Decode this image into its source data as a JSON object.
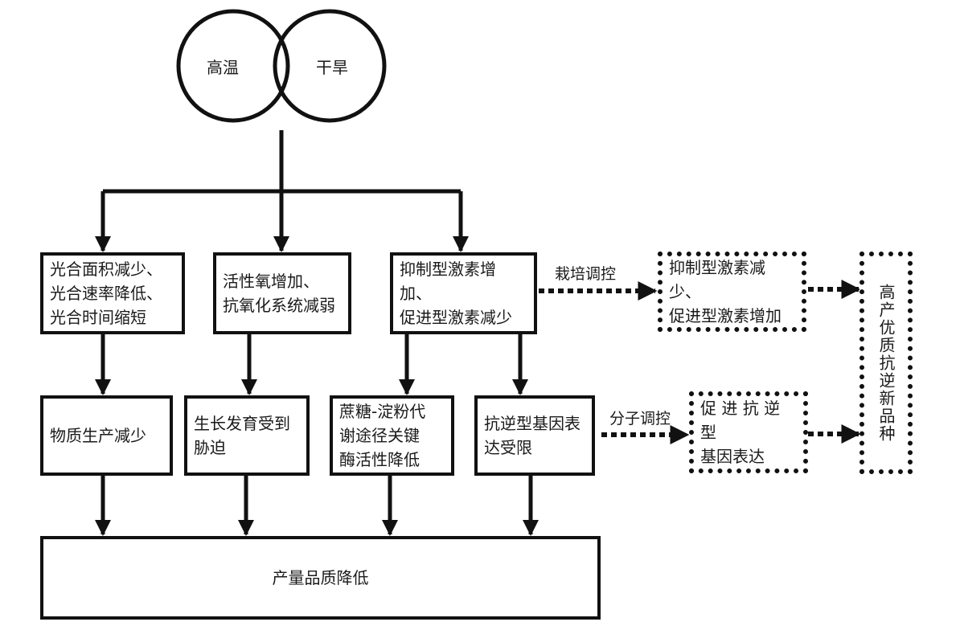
{
  "diagram": {
    "causes": [
      {
        "id": "heat",
        "label": "高温"
      },
      {
        "id": "drought",
        "label": "干旱"
      }
    ],
    "level1": [
      {
        "id": "photo",
        "text": "光合面积减少、\n光合速率降低、\n光合时间缩短"
      },
      {
        "id": "ros",
        "text": "活性氧增加、\n抗氧化系统减弱"
      },
      {
        "id": "hormone",
        "text": "抑制型激素增加、\n促进型激素减少"
      }
    ],
    "level2": [
      {
        "id": "matter",
        "text": "物质生产减少"
      },
      {
        "id": "growth",
        "text": "生长发育受到\n胁迫"
      },
      {
        "id": "sucrose",
        "text": "蔗糖-淀粉代\n谢途径关键\n酶活性降低"
      },
      {
        "id": "gene",
        "text": "抗逆型基因表\n达受限"
      }
    ],
    "outcome": {
      "id": "yield",
      "text": "产量品质降低"
    },
    "regulation": {
      "cultivation_label": "栽培调控",
      "molecular_label": "分子调控",
      "hormone_fix": "抑制型激素减少、\n促进型激素增加",
      "gene_fix": "促 进 抗 逆 型\n基因表达",
      "goal": "高产优质抗逆新品种"
    },
    "edges": [
      {
        "from": "heat+drought",
        "to": "photo",
        "style": "solid"
      },
      {
        "from": "heat+drought",
        "to": "ros",
        "style": "solid"
      },
      {
        "from": "heat+drought",
        "to": "hormone",
        "style": "solid"
      },
      {
        "from": "photo",
        "to": "matter",
        "style": "solid"
      },
      {
        "from": "ros",
        "to": "growth",
        "style": "solid"
      },
      {
        "from": "hormone",
        "to": "sucrose",
        "style": "solid"
      },
      {
        "from": "hormone",
        "to": "gene",
        "style": "solid"
      },
      {
        "from": "matter",
        "to": "yield",
        "style": "solid"
      },
      {
        "from": "growth",
        "to": "yield",
        "style": "solid"
      },
      {
        "from": "sucrose",
        "to": "yield",
        "style": "solid"
      },
      {
        "from": "gene",
        "to": "yield",
        "style": "solid"
      },
      {
        "from": "hormone",
        "to": "hormone_fix",
        "style": "dotted",
        "label": "栽培调控"
      },
      {
        "from": "gene",
        "to": "gene_fix",
        "style": "dotted",
        "label": "分子调控"
      },
      {
        "from": "hormone_fix",
        "to": "goal",
        "style": "dotted"
      },
      {
        "from": "gene_fix",
        "to": "goal",
        "style": "dotted"
      }
    ]
  }
}
